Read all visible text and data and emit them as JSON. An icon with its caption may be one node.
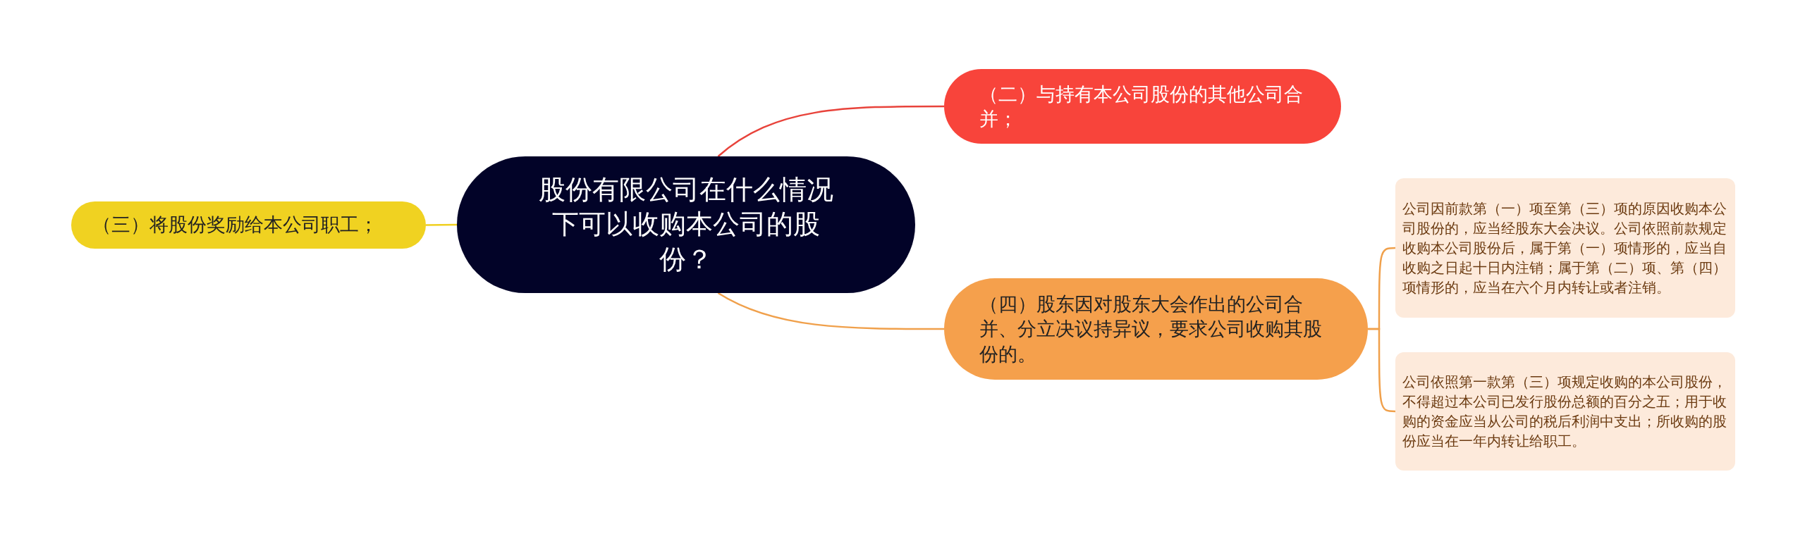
{
  "diagram": {
    "nodes": [
      {
        "text": [
          "股份有限公司在什么情况下可以收购本公司的股份？"
        ]
      },
      {
        "text": [
          "（二）与持有本公司股份的其他公司合并；"
        ]
      },
      {
        "text": [
          "（三）将股份奖励给本公司职工；"
        ]
      },
      {
        "text": [
          "（四）股东因对股东大会作出的公司合并、分立决议持异议，要求公司收购其股份的。"
        ]
      },
      {
        "text": [
          "公司因前款第（一）项至第（三）项的原因收购本公司股份的，应当经股东大会决议。公司依照前款规定收购本公司股份后，属于第（一）项情形的，应当自收购之日起十日内注销；属于第（二）项、第（四）项情形的，应当在六个月内转让或者注销。"
        ]
      },
      {
        "text": [
          "公司依照第一款第（三）项规定收购的本公司股份，不得超过本公司已发行股份总额的百分之五；用于收购的资金应当从公司的税后利润中支出；所收购的股份应当在一年内转让给职工。"
        ]
      }
    ],
    "edges": [
      {
        "from": 0,
        "to": 1,
        "arrow": "none",
        "color": "#e8433b"
      },
      {
        "from": 0,
        "to": 2,
        "arrow": "none",
        "color": "#f0d020"
      },
      {
        "from": 0,
        "to": 3,
        "arrow": "none",
        "color": "#f0a04b"
      },
      {
        "from": 3,
        "to": 4,
        "arrow": "none",
        "color": "#f0a04b"
      },
      {
        "from": 3,
        "to": 5,
        "arrow": "none",
        "color": "#f0a04b"
      }
    ]
  }
}
